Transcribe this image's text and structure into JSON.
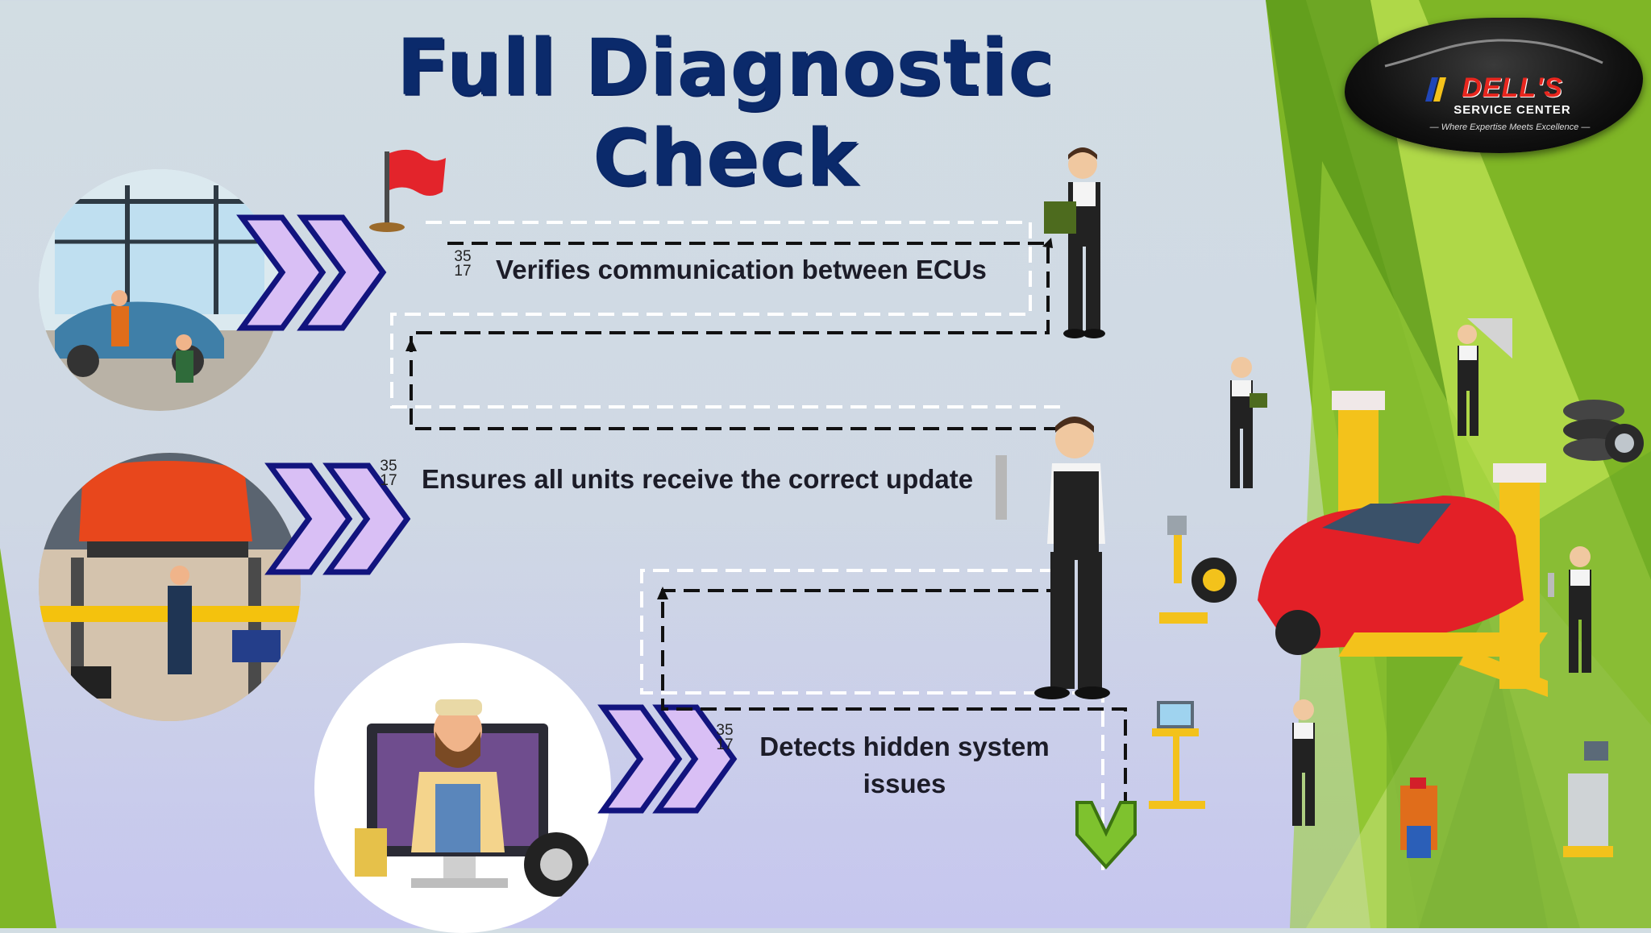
{
  "title": "Full Diagnostic Check",
  "logo": {
    "brand": "DELL'S",
    "subtitle": "SERVICE CENTER",
    "tagline": "— Where Expertise Meets Excellence —"
  },
  "steps": [
    {
      "badge_top": "35",
      "badge_bottom": "17",
      "text": "Verifies communication between ECUs"
    },
    {
      "badge_top": "35",
      "badge_bottom": "17",
      "text": "Ensures all units receive the correct update"
    },
    {
      "badge_top": "35",
      "badge_bottom": "17",
      "text_line1": "Detects hidden system",
      "text_line2": "issues"
    }
  ],
  "colors": {
    "title": "#0b2a6b",
    "chevron_fill": "#d9bff5",
    "chevron_stroke": "#12147e",
    "green_dark": "#6fa61e",
    "green_light": "#a3d23c",
    "flag": "#e3242b"
  },
  "icons": [
    "flag-icon",
    "mechanic-figure",
    "car-lift-illustration",
    "tire-stack-icon",
    "diagnostic-cart-icon",
    "down-chevron-icon"
  ]
}
